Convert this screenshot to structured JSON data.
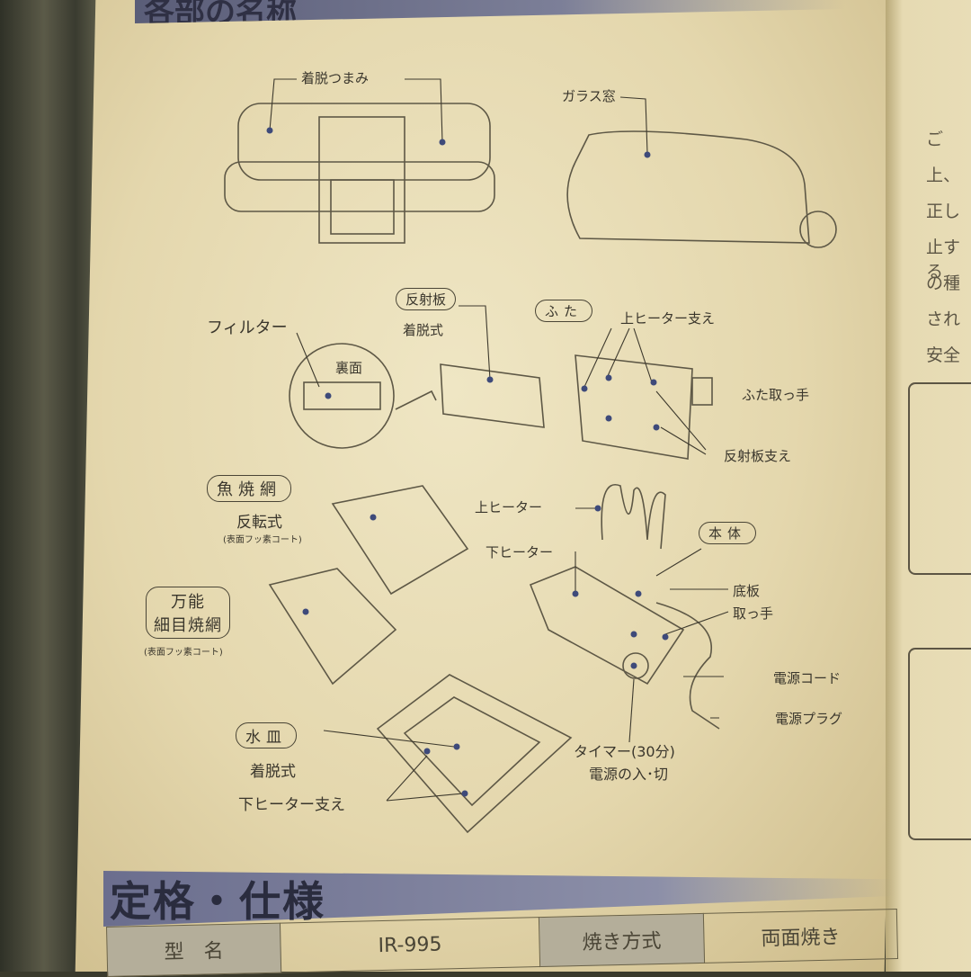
{
  "section_header": "各部の名称",
  "parts": {
    "knob": "着脱つまみ",
    "glass_window": "ガラス窓",
    "reflector": "反射板",
    "reflector_note": "着脱式",
    "lid": "ふた",
    "upper_heater_support": "上ヒーター支え",
    "filter": "フィルター",
    "back_side": "裏面",
    "lid_handle": "ふた取っ手",
    "reflector_support": "反射板支え",
    "fish_grill_net": "魚焼網",
    "fish_grill_note": "反転式",
    "coating_note_1": "(表面フッ素コート)",
    "upper_heater": "上ヒーター",
    "body": "本体",
    "lower_heater": "下ヒーター",
    "bottom_plate": "底板",
    "handle": "取っ手",
    "multi_net_line1": "万能",
    "multi_net_line2": "細目焼網",
    "coating_note_2": "(表面フッ素コート)",
    "power_cord": "電源コード",
    "power_plug": "電源プラグ",
    "water_tray": "水皿",
    "water_tray_note": "着脱式",
    "timer_line1": "タイマー(30分)",
    "timer_line2": "電源の入･切",
    "lower_heater_support": "下ヒーター支え"
  },
  "specs": {
    "title": "定格・仕様",
    "rows": [
      {
        "label": "型　名",
        "value": "IR-995",
        "label2": "焼き方式",
        "value2": "両面焼き"
      }
    ]
  },
  "right_page": {
    "lines": [
      "ご",
      "上、",
      "正し",
      "止する",
      "の種",
      "され",
      "安全"
    ]
  },
  "colors": {
    "paper": "#e8dcb4",
    "header_band": "#7c7f98",
    "ink": "#3a362c",
    "pointer_dot": "#3e4a7a"
  }
}
